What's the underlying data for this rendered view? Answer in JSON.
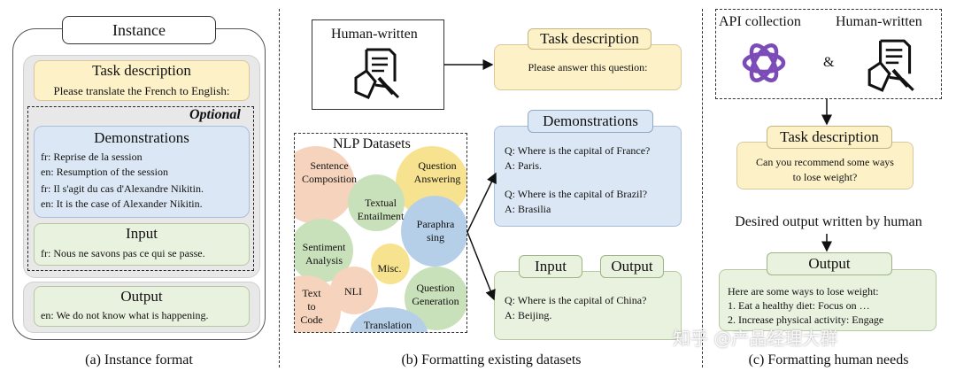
{
  "panel_a": {
    "title": "Instance",
    "task_title": "Task description",
    "task_text": "Please translate the French to English:",
    "optional_label": "Optional",
    "demos_title": "Demonstrations",
    "demos_lines": [
      "fr: Reprise de la session",
      "en: Resumption of the session",
      "fr: Il s'agit du cas d'Alexandre Nikitin.",
      "en: It is the case of Alexander Nikitin."
    ],
    "input_title": "Input",
    "input_text": "fr: Nous ne savons pas ce qui se passe.",
    "output_title": "Output",
    "output_text": "en: We do not know what is happening.",
    "caption": "(a) Instance format"
  },
  "panel_b": {
    "human_written": "Human-written",
    "task_title": "Task description",
    "task_text": "Please answer this question:",
    "nlp_title": "NLP  Datasets",
    "bubbles": [
      "Sentence\nComposition",
      "Question\nAnswering",
      "Textual\nEntailment",
      "Paraphra\nsing",
      "Sentiment\nAnalysis",
      "Misc.",
      "NLI",
      "Text\nto\nCode",
      "Question\nGeneration",
      "Translation"
    ],
    "demos_title": "Demonstrations",
    "demos_lines": [
      "Q: Where is the capital of France?",
      "A: Paris.",
      "",
      "Q: Where is the capital of Brazil?",
      "A: Brasilia"
    ],
    "input_title": "Input",
    "output_title": "Output",
    "io_lines": [
      "Q: Where is the capital of China?",
      "A: Beijing."
    ],
    "caption": "(b) Formatting existing datasets"
  },
  "panel_c": {
    "api_label": "API collection",
    "human_written": "Human-written",
    "amp": "&",
    "task_title": "Task description",
    "task_lines": [
      "Can you recommend some ways",
      "to lose weight?"
    ],
    "desired": "Desired output written by human",
    "output_title": "Output",
    "output_lines": [
      "Here are some ways to lose weight:",
      "1. Eat a healthy diet: Focus on …",
      "2. Increase physical activity: Engage"
    ],
    "caption": "(c) Formatting human needs"
  },
  "watermark": "知乎 @产品经理大群",
  "colors": {
    "yellow": "#fdf1c8",
    "blue": "#dbe7f4",
    "green": "#e9f1df",
    "bubble_orange": "#f6d3bd",
    "bubble_yellow": "#f7e28f",
    "bubble_green": "#c9e1ba",
    "bubble_blue": "#b6cfe8"
  },
  "icons": [
    "document-hand-icon",
    "openai-logo-icon",
    "arrow-icon"
  ]
}
